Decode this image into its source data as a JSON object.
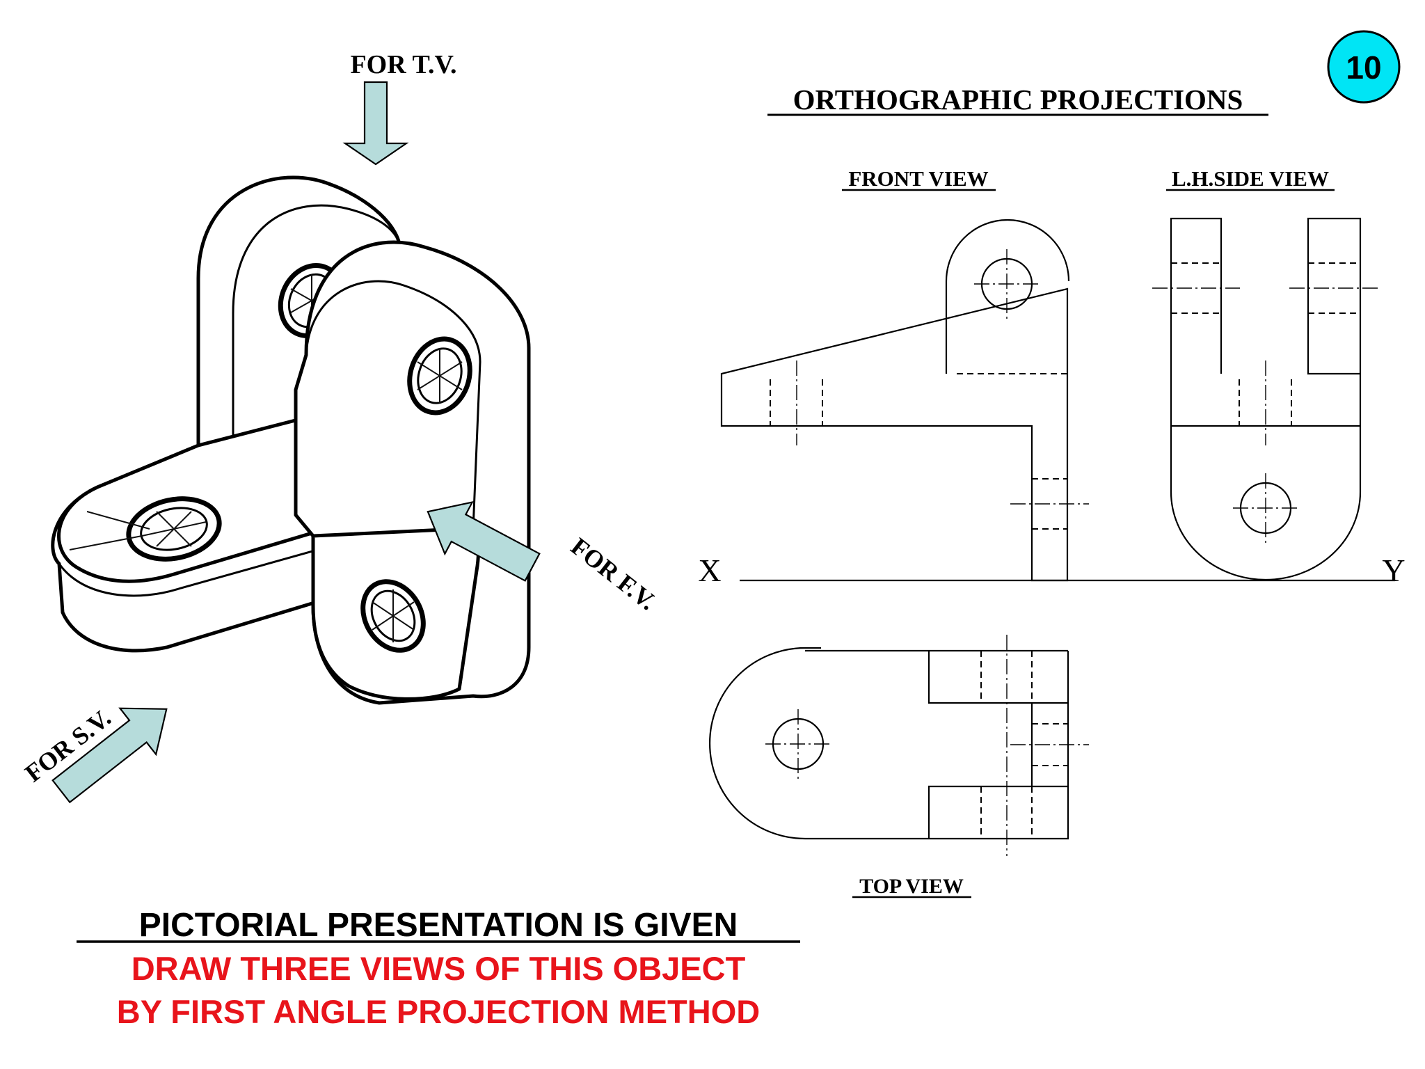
{
  "page": {
    "page_number": "10",
    "title": "ORTHOGRAPHIC PROJECTIONS"
  },
  "pictorial": {
    "arrow_tv_label": "FOR T.V.",
    "arrow_fv_label": "FOR F.V.",
    "arrow_sv_label": "FOR S.V."
  },
  "views": {
    "front_view_label": "FRONT VIEW",
    "side_view_label": "L.H.SIDE VIEW",
    "top_view_label": "TOP VIEW",
    "xy_x": "X",
    "xy_y": "Y"
  },
  "instructions": {
    "line1": "PICTORIAL PRESENTATION IS GIVEN",
    "line2": "DRAW THREE VIEWS OF THIS OBJECT",
    "line3": "BY FIRST ANGLE PROJECTION METHOD"
  },
  "colors": {
    "arrow_fill": "#b6dcdb",
    "badge_fill": "#00e5f5",
    "instruction_red": "#e8141b"
  }
}
